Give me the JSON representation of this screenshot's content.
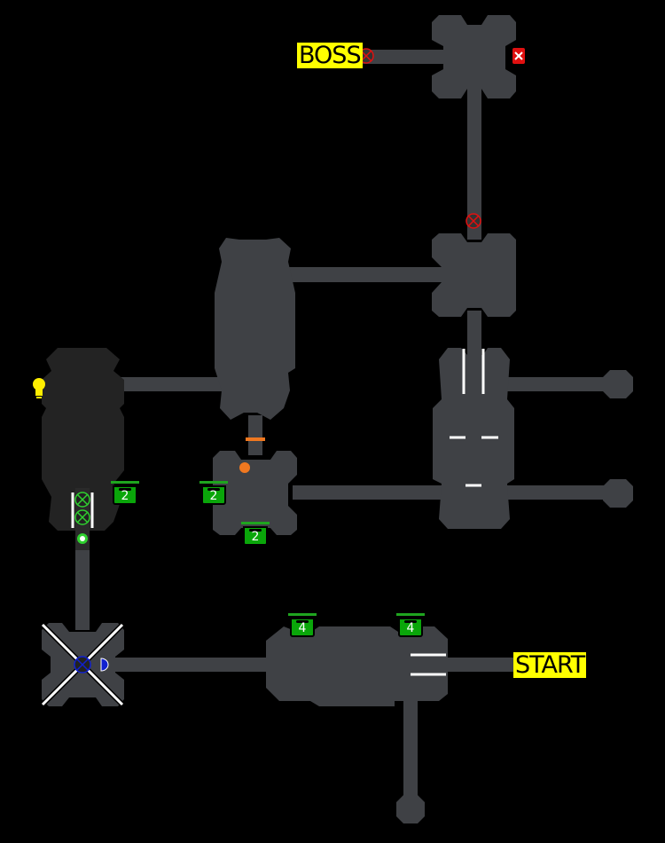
{
  "labels": {
    "boss": "BOSS",
    "start": "START"
  },
  "badges": [
    {
      "id": "key-left",
      "count": "2"
    },
    {
      "id": "key-mid",
      "count": "2"
    },
    {
      "id": "key-bottom",
      "count": "2"
    },
    {
      "id": "key-hall-left",
      "count": "4"
    },
    {
      "id": "key-hall-right",
      "count": "4"
    }
  ],
  "colors": {
    "room": "#3f4145",
    "dark_room": "#232323",
    "label_bg": "#ffff00",
    "badge": "#0aa60a",
    "hazard_red": "#e01010",
    "hazard_green": "#2fd02f",
    "hazard_blue": "#1020d0",
    "orange": "#f07820"
  }
}
